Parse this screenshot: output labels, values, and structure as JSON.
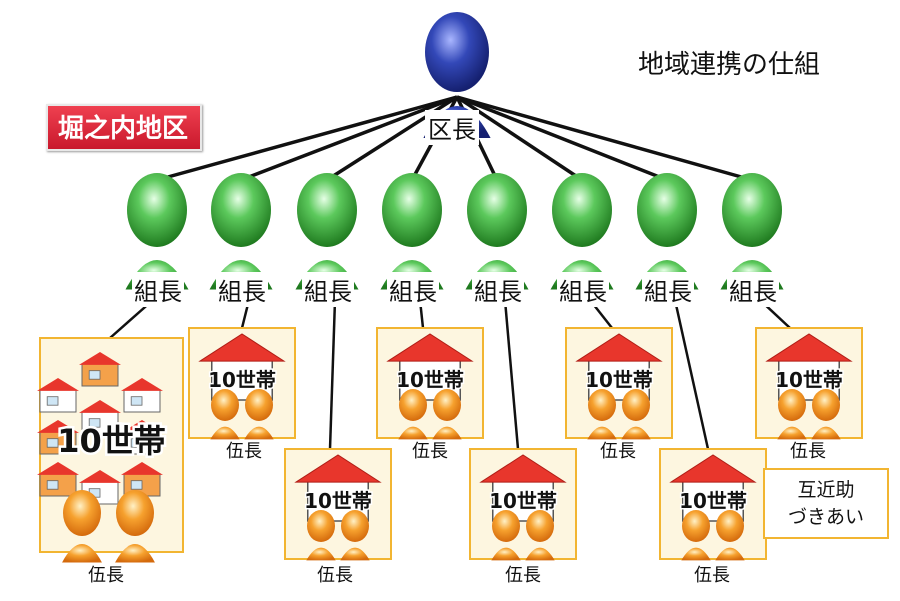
{
  "title": "地域連携の仕組",
  "district": "堀之内地区",
  "chief": {
    "label": "区長"
  },
  "leaders": [
    {
      "label": "組長"
    },
    {
      "label": "組長"
    },
    {
      "label": "組長"
    },
    {
      "label": "組長"
    },
    {
      "label": "組長"
    },
    {
      "label": "組長"
    },
    {
      "label": "組長"
    },
    {
      "label": "組長"
    }
  ],
  "groups": [
    {
      "households": "10世帯",
      "head": "伍長"
    },
    {
      "households": "10世帯",
      "head": "伍長"
    },
    {
      "households": "10世帯",
      "head": "伍長"
    },
    {
      "households": "10世帯",
      "head": "伍長"
    },
    {
      "households": "10世帯",
      "head": "伍長"
    },
    {
      "households": "10世帯",
      "head": "伍長"
    },
    {
      "households": "10世帯",
      "head": "伍長"
    },
    {
      "households": "10世帯",
      "head": "伍長"
    }
  ],
  "note": {
    "line1": "互近助",
    "line2": "づきあい"
  },
  "colors": {
    "chief": "#2a3fa8",
    "leader": "#3fae3f",
    "head": "#f28c1e",
    "roof": "#e8362c",
    "panel_border": "#f2b531",
    "panel_fill": "#fdf6e0",
    "district_badge": "#d8223a"
  }
}
